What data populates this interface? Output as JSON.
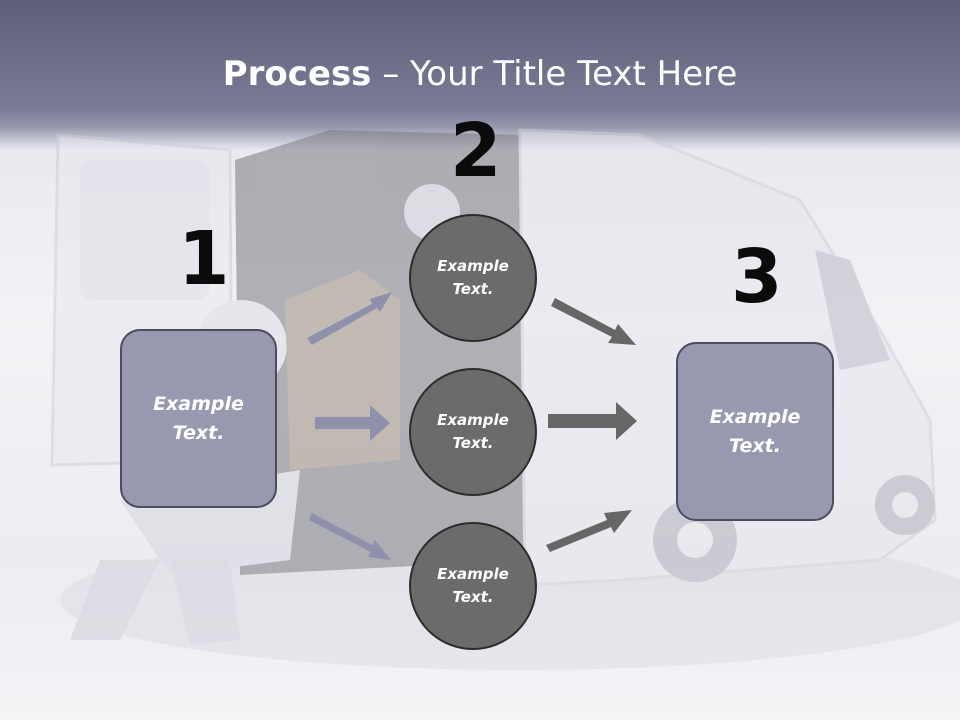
{
  "title": {
    "bold": "Process",
    "rest": " – Your Title Text Here"
  },
  "steps": [
    {
      "number": "1",
      "text": "Example Text."
    },
    {
      "number": "2",
      "text": ""
    },
    {
      "number": "3",
      "text": "Example Text."
    }
  ],
  "circles": [
    {
      "text": "Example Text."
    },
    {
      "text": "Example Text."
    },
    {
      "text": "Example Text."
    }
  ],
  "colors": {
    "header": "#6b6c87",
    "box": "#9899b1",
    "circle": "#6b6b6b",
    "arrow_in": "#8f90ab",
    "arrow_out": "#666666"
  }
}
